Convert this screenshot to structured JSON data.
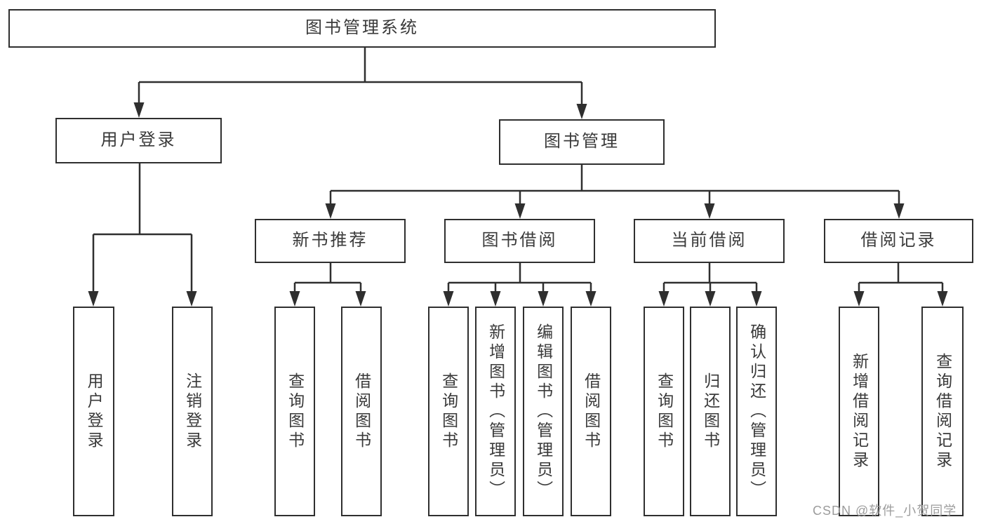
{
  "diagram": {
    "title": "图书管理系统",
    "level1": {
      "user_login": "用户登录",
      "book_management": "图书管理"
    },
    "level2": {
      "new_book_recommend": "新书推荐",
      "book_borrow": "图书借阅",
      "current_borrow": "当前借阅",
      "borrow_records": "借阅记录"
    },
    "leaves": {
      "login": "用户登录",
      "logout": "注销登录",
      "nb_query_books": "查询图书",
      "nb_borrow_books": "借阅图书",
      "bb_query_books": "查询图书",
      "bb_add_books_admin": "新增图书（管理员）",
      "bb_edit_books_admin": "编辑图书（管理员）",
      "bb_borrow_books": "借阅图书",
      "cb_query_books": "查询图书",
      "cb_return_books": "归还图书",
      "cb_confirm_return_admin": "确认归还（管理员）",
      "br_add_record": "新增借阅记录",
      "br_query_record": "查询借阅记录"
    }
  },
  "watermark": "CSDN @软件_小贺同学",
  "colors": {
    "line": "#2f2f2f",
    "box_border": "#2f2f2f",
    "text": "#3a3a3a",
    "watermark": "#9c9c9c",
    "background": "#ffffff"
  }
}
